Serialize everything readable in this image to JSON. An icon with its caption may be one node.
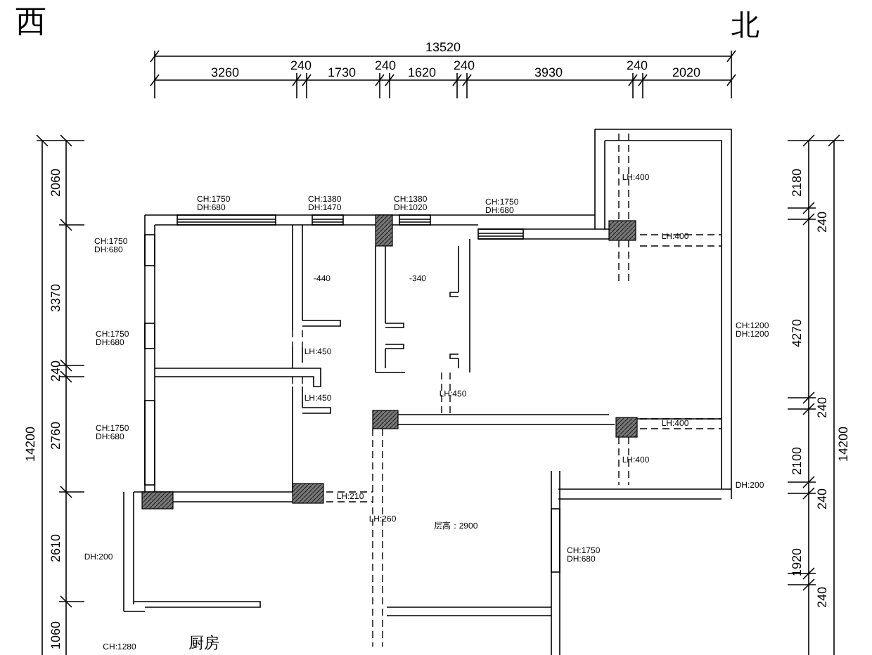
{
  "diagram": {
    "labels": [
      "西",
      "北",
      "13520",
      "3260",
      "240",
      "1730",
      "240",
      "1620",
      "240",
      "3930",
      "240",
      "2020",
      "CH:1750 DH:680",
      "CH:1380 DH:1470",
      "CH:1380 DH:1020",
      "LH:400",
      "2180",
      "2060",
      "CH:1750 DH:680",
      "240",
      "LH:400",
      "CH:1750 DH:680",
      "-440",
      "-340",
      "3370",
      "4270",
      "CH:1200 DH:1200",
      "CH:1750 DH:680",
      "LH:450",
      "240",
      "LH:450",
      "LH:450",
      "240",
      "LH:400",
      "CH:1750 DH:680",
      "2760",
      "14200",
      "14200",
      "LH:400",
      "2100",
      "DH:200",
      "LH:210",
      "240",
      "LH:260",
      "层高：2900",
      "2610",
      "DH:200",
      "CH:1750 DH:680",
      "1920",
      "240",
      "1060",
      "厨房",
      "CH:1280"
    ]
  }
}
